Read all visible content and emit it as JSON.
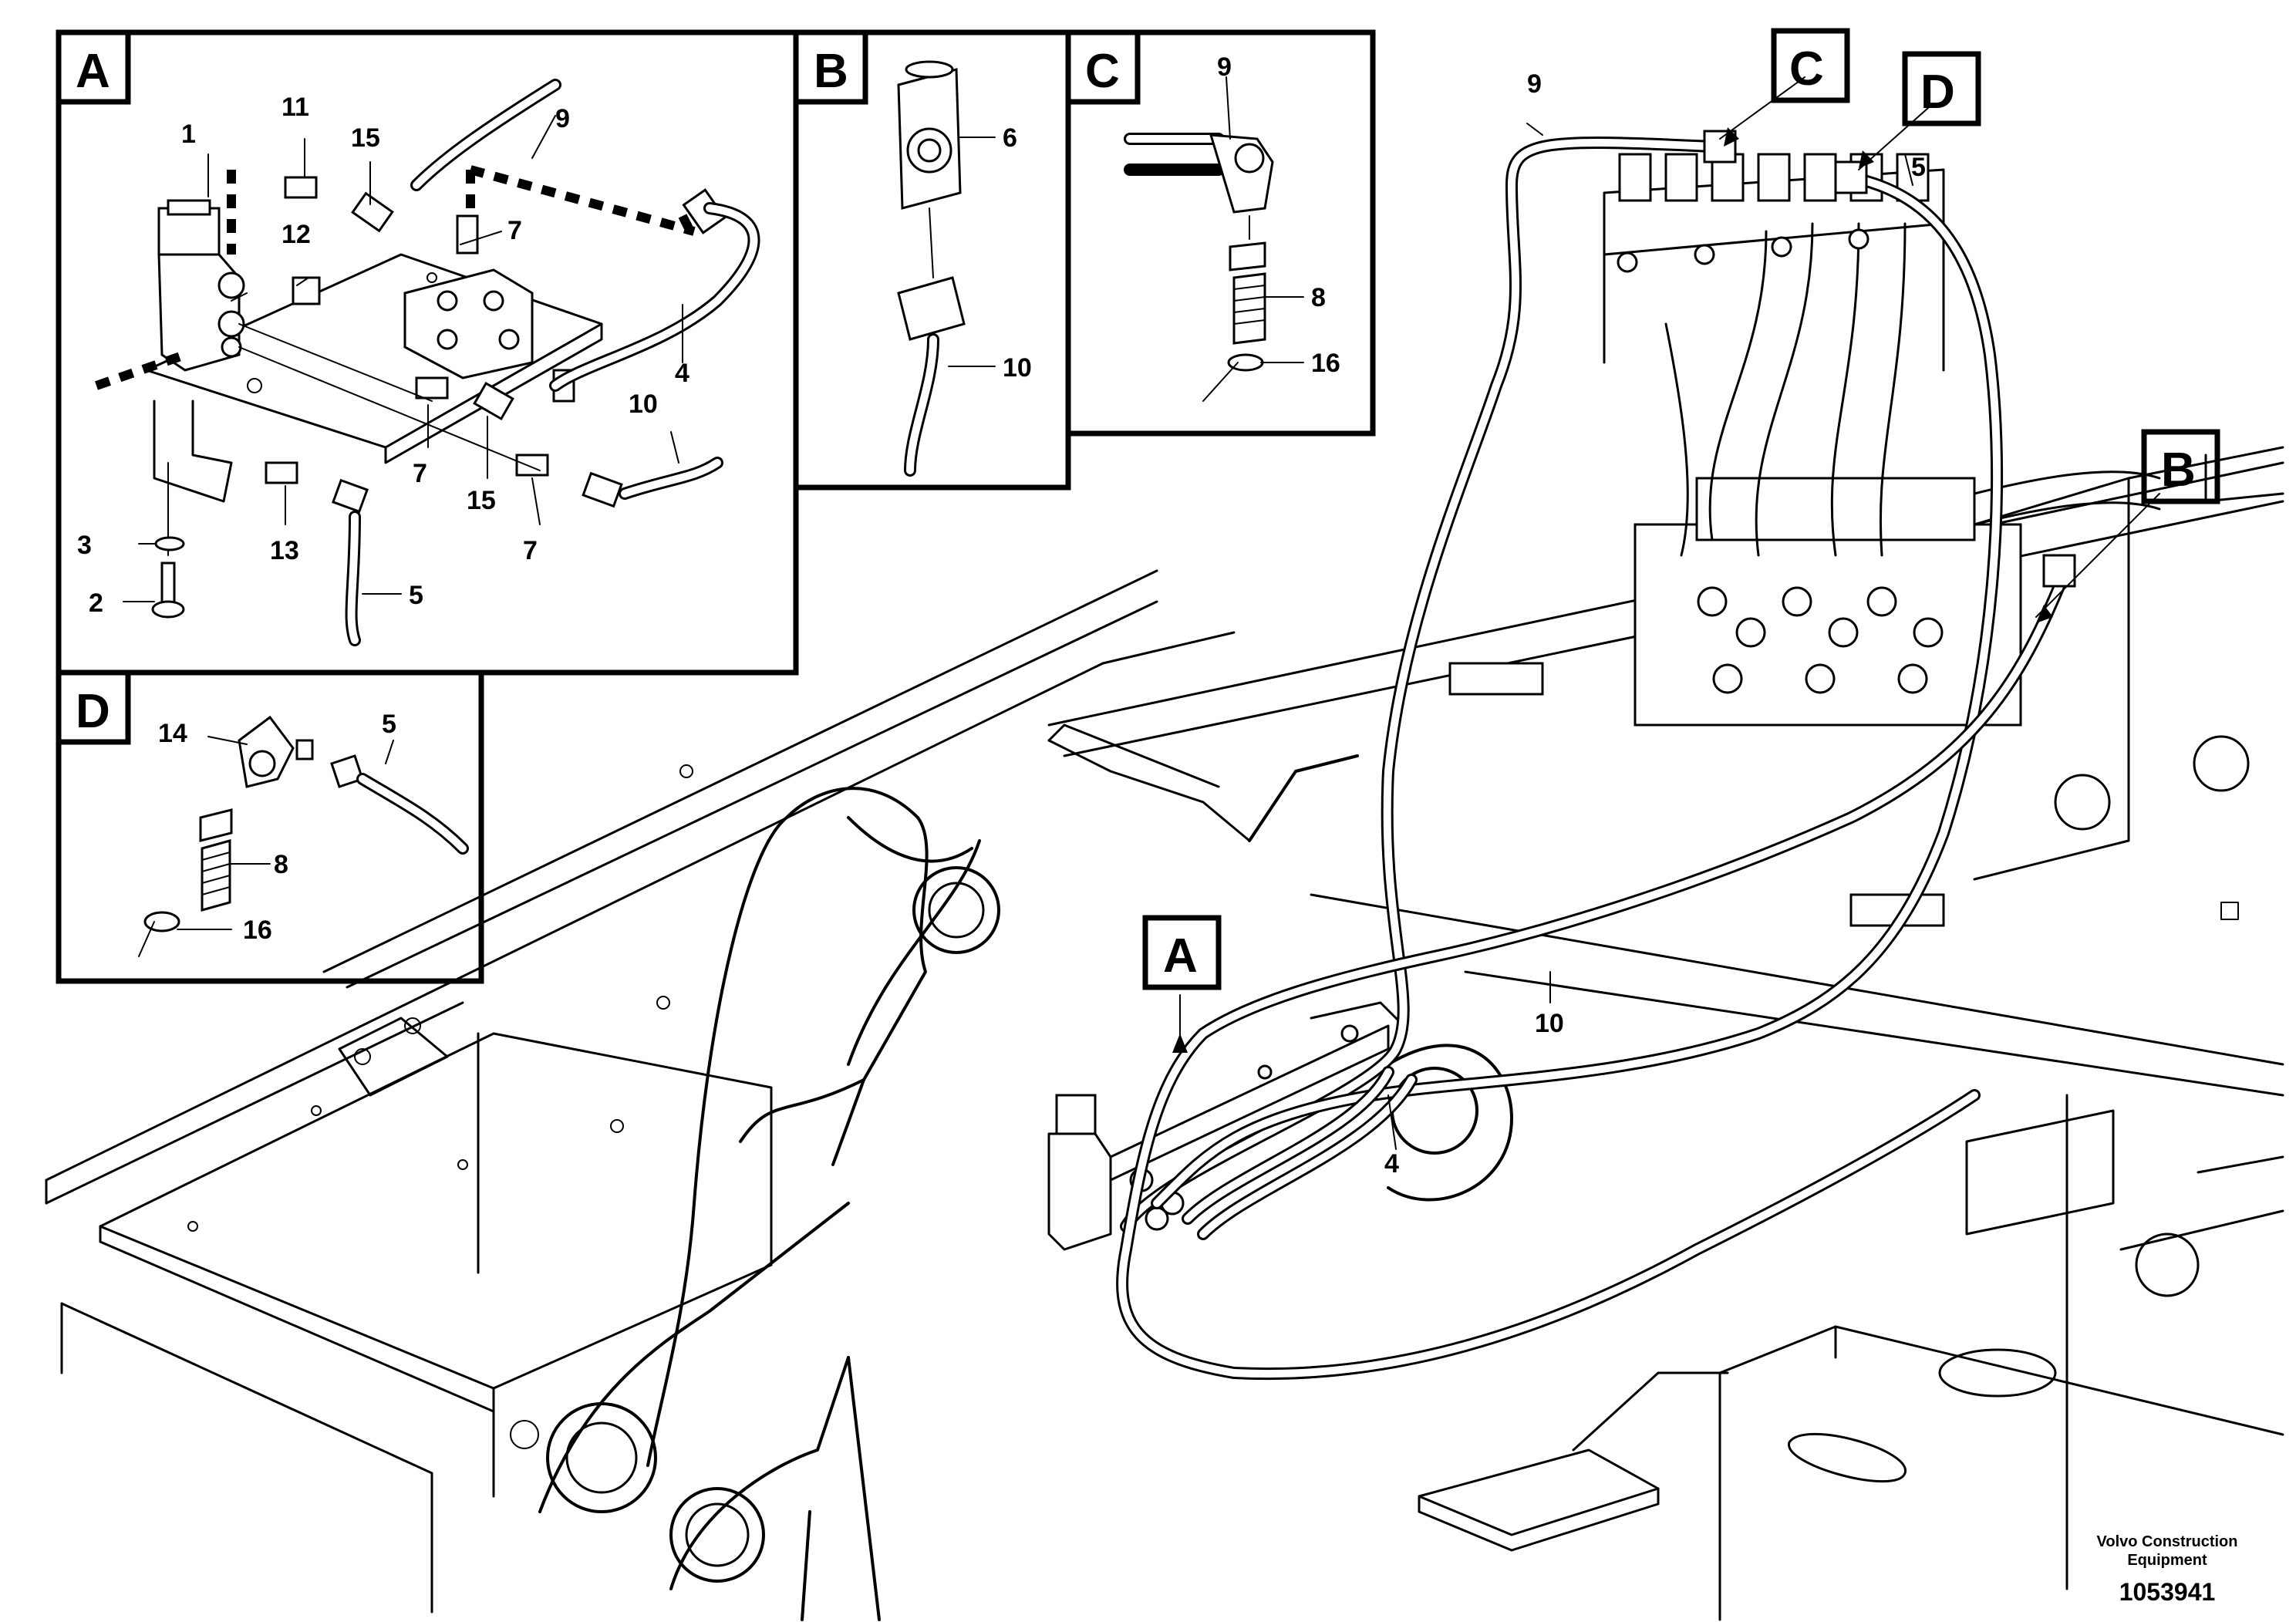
{
  "insets": {
    "a": {
      "tag": "A",
      "callouts": [
        "1",
        "11",
        "15",
        "9",
        "12",
        "7",
        "4",
        "10",
        "7",
        "15",
        "7",
        "3",
        "13",
        "2",
        "5"
      ]
    },
    "b": {
      "tag": "B",
      "callouts": [
        "6",
        "10"
      ]
    },
    "c": {
      "tag": "C",
      "callouts": [
        "9",
        "8",
        "16"
      ]
    },
    "d": {
      "tag": "D",
      "callouts": [
        "14",
        "5",
        "8",
        "16"
      ]
    }
  },
  "main": {
    "tags": [
      "C",
      "D",
      "B",
      "A"
    ],
    "callouts": [
      "9",
      "5",
      "10",
      "4"
    ]
  },
  "footer": {
    "credit_line1": "Volvo Construction",
    "credit_line2": "Equipment",
    "reference": "1053941"
  }
}
